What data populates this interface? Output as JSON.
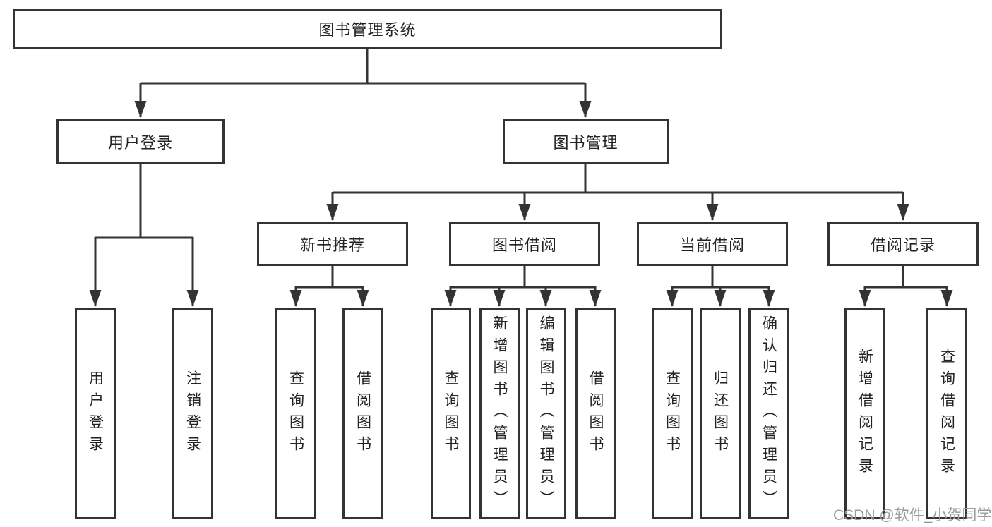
{
  "colors": {
    "line": "#333333",
    "border": "#333333",
    "text": "#222222",
    "background": "#ffffff",
    "watermark": "#9b9b9b"
  },
  "watermark": {
    "text": "CSDN @软件_小贺同学"
  },
  "tree": {
    "label": "图书管理系统",
    "children": [
      {
        "label": "用户登录",
        "children": [
          {
            "label": "用户登录"
          },
          {
            "label": "注销登录"
          }
        ]
      },
      {
        "label": "图书管理",
        "children": [
          {
            "label": "新书推荐",
            "children": [
              {
                "label": "查询图书"
              },
              {
                "label": "借阅图书"
              }
            ]
          },
          {
            "label": "图书借阅",
            "children": [
              {
                "label": "查询图书"
              },
              {
                "label": "新增图书（管理员）"
              },
              {
                "label": "编辑图书（管理员）"
              },
              {
                "label": "借阅图书"
              }
            ]
          },
          {
            "label": "当前借阅",
            "children": [
              {
                "label": "查询图书"
              },
              {
                "label": "归还图书"
              },
              {
                "label": "确认归还（管理员）"
              }
            ]
          },
          {
            "label": "借阅记录",
            "children": [
              {
                "label": "新增借阅记录"
              },
              {
                "label": "查询借阅记录"
              }
            ]
          }
        ]
      }
    ]
  }
}
